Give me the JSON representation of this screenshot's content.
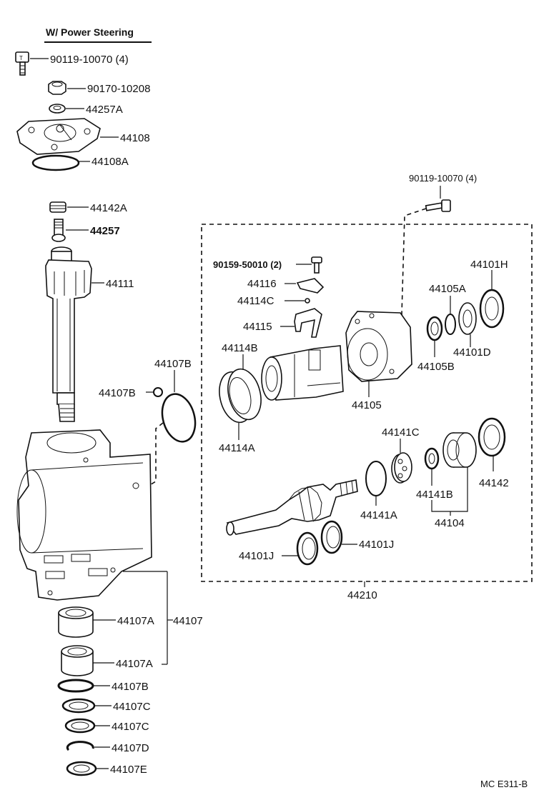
{
  "title": "W/ Power Steering",
  "footer_code": "MC  E311-B",
  "labels": {
    "bolt_top": "90119-10070 (4)",
    "nut": "90170-10208",
    "washer_44257A": "44257A",
    "cover_44108": "44108",
    "oring_44108A": "44108A",
    "nut_44142A": "44142A",
    "screw_44257": "44257",
    "shaft_44111": "44111",
    "oring_44107B_small": "44107B",
    "oring_44107B_large": "44107B",
    "housing_group": "44107",
    "bearing_44107A_1": "44107A",
    "bearing_44107A_2": "44107A",
    "oring_44107B_bottom": "44107B",
    "seal_44107C_1": "44107C",
    "seal_44107C_2": "44107C",
    "ring_44107D": "44107D",
    "seal_44107E": "44107E",
    "bolt_right": "90119-10070 (4)",
    "screw_90159": "90159-50010 (2)",
    "clip_44116": "44116",
    "ball_44114C": "44114C",
    "pin_44115": "44115",
    "ring_44114B": "44114B",
    "ring_44114A": "44114A",
    "housing_44105": "44105",
    "oring_44105A": "44105A",
    "seal_44105B": "44105B",
    "plate_44101H": "44101H",
    "washer_44101D": "44101D",
    "bearing_44141C": "44141C",
    "seal_44141B": "44141B",
    "plug_44104": "44104",
    "locknut_44142": "44142",
    "oring_44141A": "44141A",
    "ring_44101J_1": "44101J",
    "ring_44101J_2": "44101J",
    "valve_assy_44210": "44210"
  }
}
